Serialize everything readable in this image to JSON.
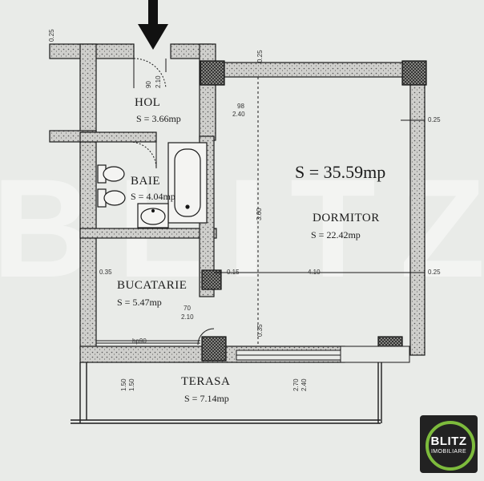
{
  "rooms": {
    "hol": {
      "name": "HOL",
      "area": "S = 3.66mp"
    },
    "baie": {
      "name": "BAIE",
      "area": "S = 4.04mp"
    },
    "bucatarie": {
      "name": "BUCATARIE",
      "area": "S = 5.47mp"
    },
    "dormitor": {
      "name": "DORMITOR",
      "area": "S = 22.42mp"
    },
    "terasa": {
      "name": "TERASA",
      "area": "S = 7.14mp"
    }
  },
  "total_area": "S = 35.59mp",
  "dimensions": {
    "hol_door_w": "90",
    "hol_door_h": "2.10",
    "hol_wall_top": "0.25",
    "hol_window_w": "98",
    "hol_window_h": "2.40",
    "dorm_wall_top": "0.25",
    "right_wall_a": "0.25",
    "right_wall_b": "0.25",
    "height_3_60": "3.60",
    "left_035": "0.35",
    "mid_wall": "0.15",
    "dorm_width": "4.10",
    "kitchen_door_w": "70",
    "kitchen_door_h": "2.10",
    "hp90": "hp90",
    "mid_035": "0.35",
    "terasa_1": "1.50",
    "terasa_2": "1.50",
    "terasa_3": "2.70",
    "terasa_4": "2.40"
  },
  "logo": {
    "brand": "BLITZ",
    "sub": "IMOBILIARE"
  },
  "watermark": "BLITZ",
  "colors": {
    "background": "#e9ebe8",
    "wall_fill": "#c9c9c6",
    "line": "#1a1a1a",
    "logo_green": "#7dbb3c"
  }
}
